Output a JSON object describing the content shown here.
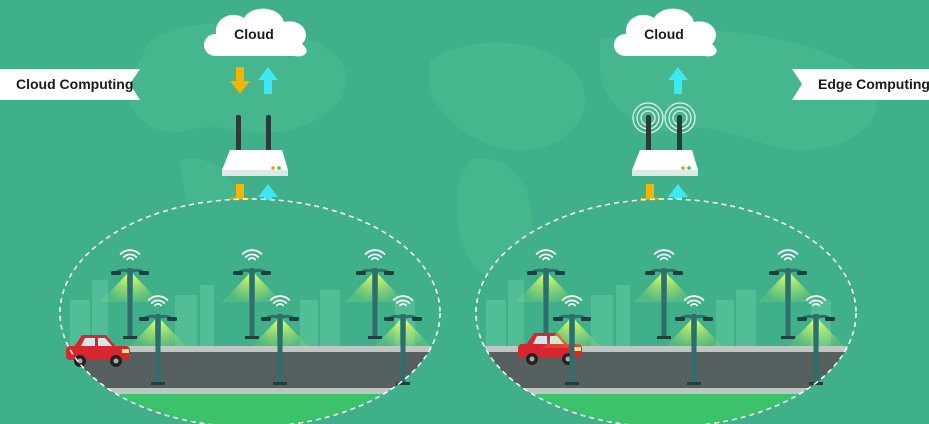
{
  "left_panel": {
    "banner": "Cloud Computing",
    "cloud": "Cloud"
  },
  "right_panel": {
    "banner": "Edge Computing",
    "cloud": "Cloud"
  },
  "colors": {
    "background": "#3fb08a",
    "down_arrow": "#f4b400",
    "up_arrow": "#3de8f0",
    "road": "#56605f",
    "grass": "#3cc26a",
    "car": "#d8262e"
  }
}
